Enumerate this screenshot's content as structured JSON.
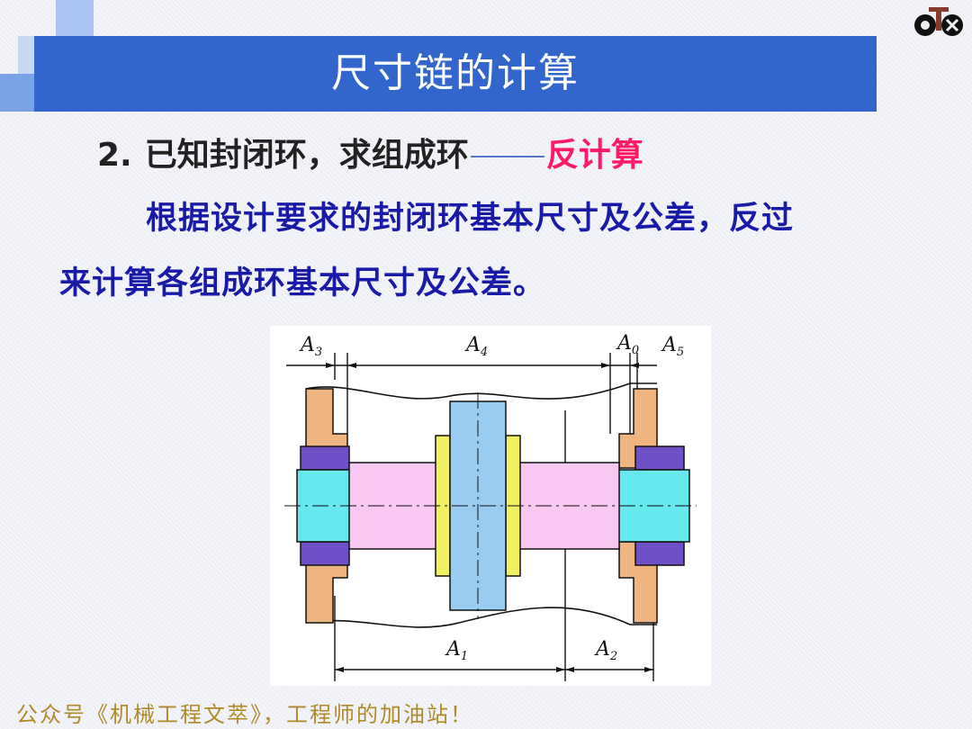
{
  "slide": {
    "title": "尺寸链的计算",
    "heading_number": "2.",
    "heading_text": "已知封闭环，求组成环",
    "heading_highlight": "反计算",
    "body_line1": "根据设计要求的封闭环基本尺寸及公差，反过",
    "body_line2": "来计算各组成环基本尺寸及公差。"
  },
  "diagram": {
    "labels": {
      "a3": "A",
      "a3_sub": "3",
      "a4": "A",
      "a4_sub": "4",
      "a0": "A",
      "a0_sub": "0",
      "a5": "A",
      "a5_sub": "5",
      "a1": "A",
      "a1_sub": "1",
      "a2": "A",
      "a2_sub": "2"
    }
  },
  "footer": {
    "text": "公众号《机械工程文萃》，工程师的加油站！"
  },
  "colors": {
    "banner": "#3366cc",
    "heading_red": "#ff1a66",
    "body_blue": "#1a1aa8",
    "footer_gold": "#b08a28",
    "shaft_pink": "#f8c8f0",
    "gear_blue": "#99ccee",
    "bearing_cyan": "#66e8ee",
    "spacer_yellow": "#f0f060",
    "housing_orange": "#f0b480",
    "bearing_purple": "#7050c8"
  },
  "icons": {
    "logo": "mechanical-engineering-logo"
  }
}
